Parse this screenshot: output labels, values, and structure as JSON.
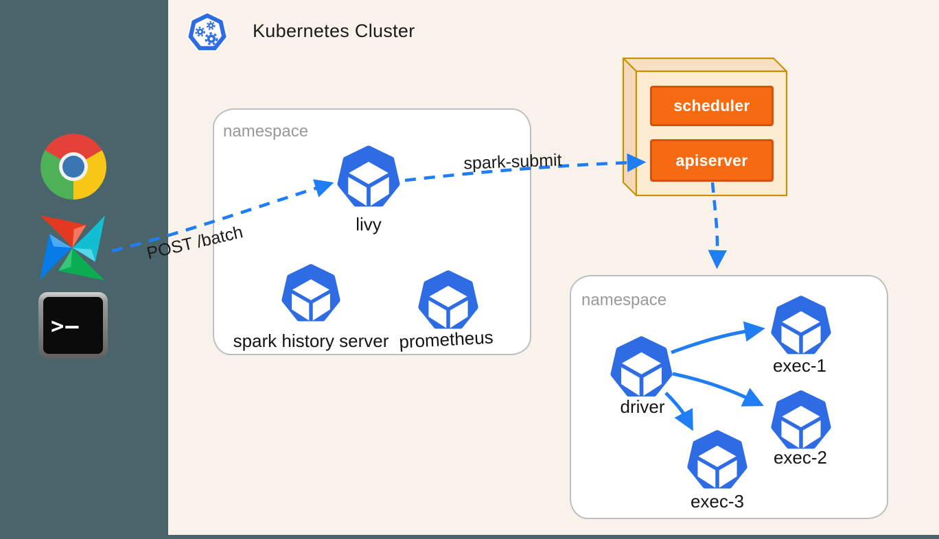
{
  "diagram_title": "Kubernetes Cluster",
  "colors": {
    "outer_background": "#4a646c",
    "cluster_background": "#f9f2ea",
    "pod_blue": "#2e6ce4",
    "arrow_blue": "#1f7ef3",
    "control_plane_face": "#fdebd2",
    "control_plane_side": "#f3dcbd",
    "control_plane_border": "#c79204",
    "component_fill": "#f66a12",
    "component_border": "#d9500e",
    "namespace_border": "#bcbfc1",
    "namespace_label_color": "#98999b"
  },
  "clients": [
    {
      "icon": "chrome-icon",
      "name": "browser"
    },
    {
      "icon": "airflow-icon",
      "name": "airflow"
    },
    {
      "icon": "terminal-icon",
      "name": "terminal",
      "prompt": ">–"
    }
  ],
  "control_plane": {
    "components": [
      "scheduler",
      "apiserver"
    ]
  },
  "namespaces": [
    {
      "label": "namespace",
      "pods": [
        "livy",
        "spark history server",
        "prometheus"
      ]
    },
    {
      "label": "namespace",
      "pods": [
        "driver",
        "exec-1",
        "exec-2",
        "exec-3"
      ]
    }
  ],
  "edges": [
    {
      "label": "POST /batch",
      "from": "clients",
      "to": "livy",
      "style": "dashed"
    },
    {
      "label": "spark-submit",
      "from": "livy",
      "to": "apiserver",
      "style": "dashed"
    },
    {
      "label": "",
      "from": "apiserver",
      "to": "spark namespace",
      "style": "dashed"
    },
    {
      "label": "",
      "from": "driver",
      "to": "exec-1",
      "style": "solid"
    },
    {
      "label": "",
      "from": "driver",
      "to": "exec-2",
      "style": "solid"
    },
    {
      "label": "",
      "from": "driver",
      "to": "exec-3",
      "style": "solid"
    }
  ]
}
